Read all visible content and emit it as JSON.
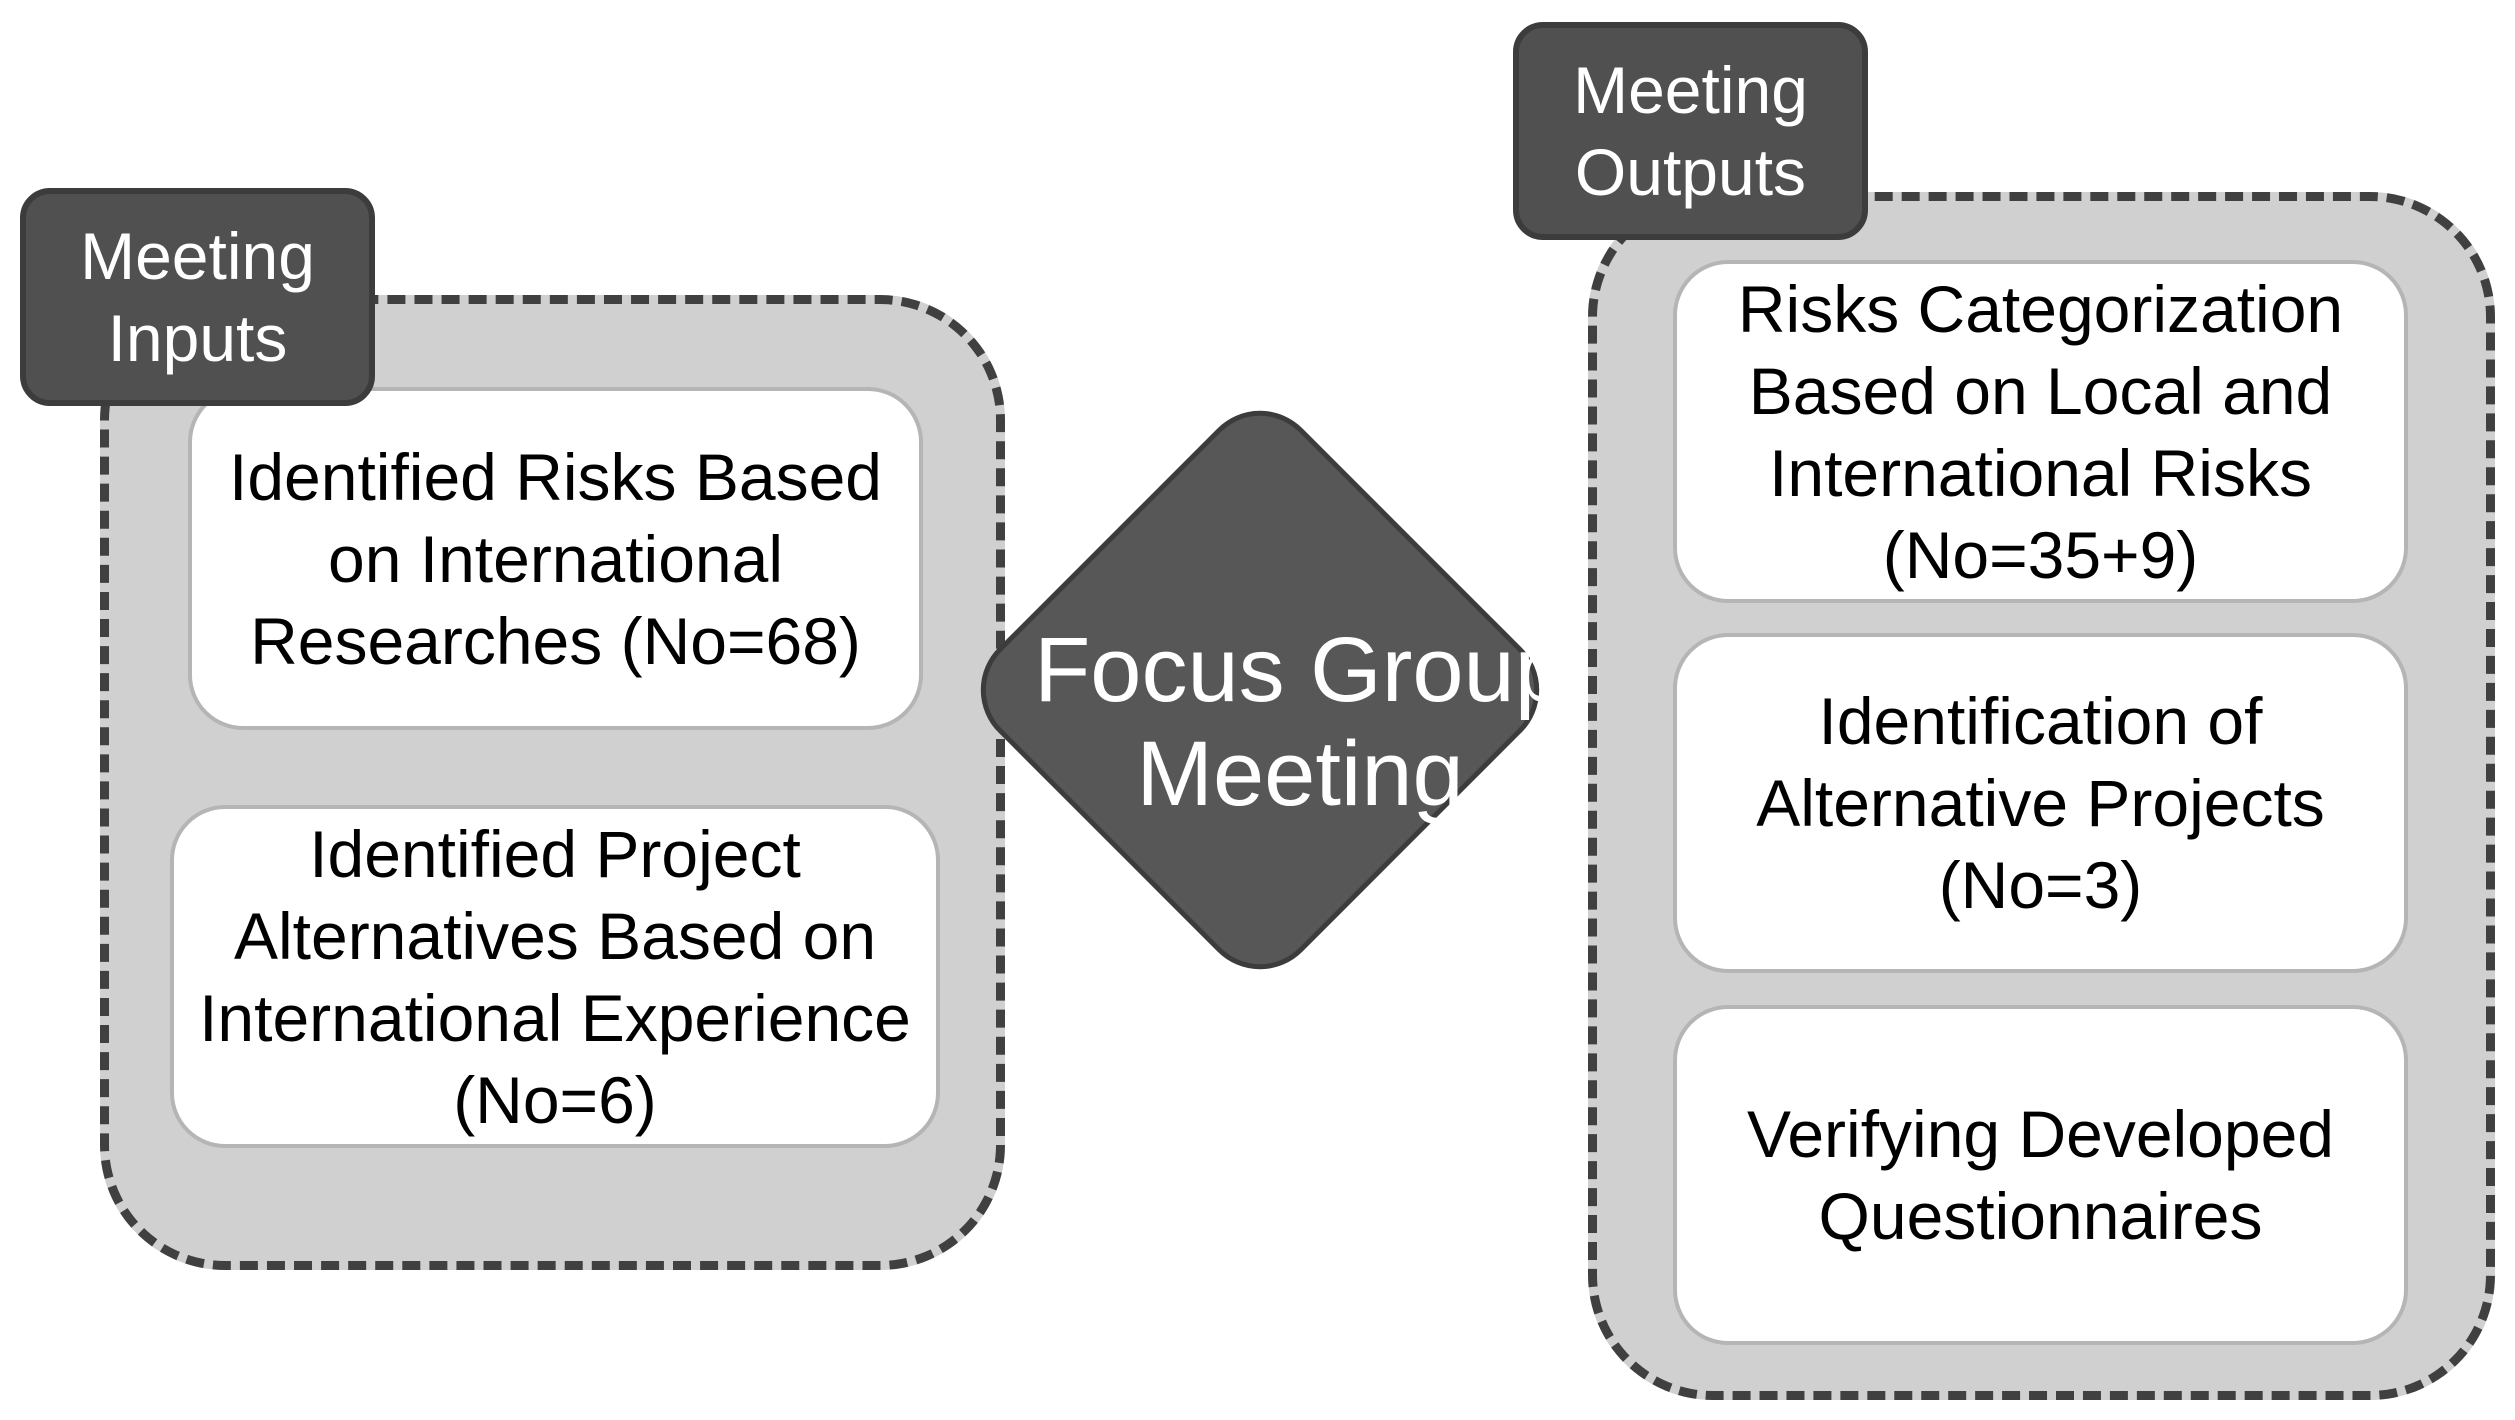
{
  "inputs": {
    "title_lines": [
      "Meeting",
      "Inputs"
    ],
    "items": [
      {
        "lines": [
          "Identified Risks Based",
          "on International",
          "Researches (No=68)"
        ]
      },
      {
        "lines": [
          "Identified Project",
          "Alternatives Based on",
          "International Experience",
          "(No=6)"
        ]
      }
    ]
  },
  "center": {
    "lines": [
      "Focus Group",
      "Meeting"
    ]
  },
  "outputs": {
    "title_lines": [
      "Meeting",
      "Outputs"
    ],
    "items": [
      {
        "lines": [
          "Risks Categorization",
          "Based on Local and",
          "International Risks",
          "(No=35+9)"
        ]
      },
      {
        "lines": [
          "Identification of",
          "Alternative Projects",
          "(No=3)"
        ]
      },
      {
        "lines": [
          "Verifying Developed",
          "Questionnaires"
        ]
      }
    ]
  },
  "colors": {
    "panel_fill": "#d0d0d0",
    "panel_border": "#404040",
    "label_fill": "#505050",
    "diamond_fill": "#575757",
    "card_fill": "#ffffff",
    "card_border": "#b5b5b5",
    "text_dark": "#000000",
    "text_light": "#ffffff"
  }
}
